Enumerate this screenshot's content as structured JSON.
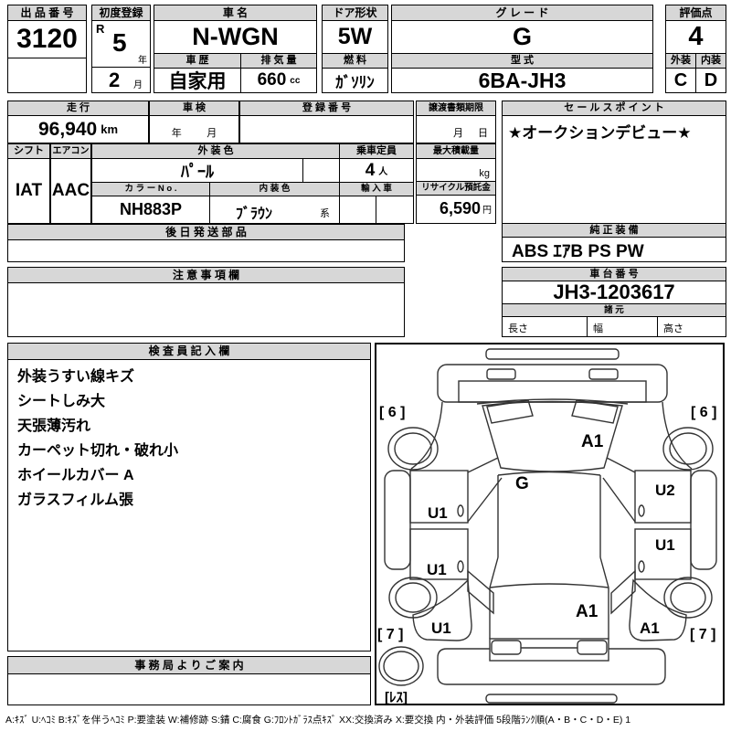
{
  "top": {
    "auction_no": {
      "label": "出 品 番 号",
      "value": "3120"
    },
    "first_registration": {
      "label": "初度登録",
      "era": "R",
      "year": "5",
      "year_suffix": "年",
      "month": "2",
      "month_suffix": "月"
    },
    "car_name": {
      "label": "車  名",
      "value": "N-WGN"
    },
    "car_history": {
      "label": "車 歴",
      "value": "自家用"
    },
    "displacement": {
      "label": "排 気 量",
      "value": "660",
      "unit": "cc"
    },
    "door_shape": {
      "label": "ドア形状",
      "value": "5W"
    },
    "fuel": {
      "label": "燃 料",
      "value": "ｶﾞｿﾘﾝ"
    },
    "grade": {
      "label": "グ レ ー ド",
      "value": "G"
    },
    "model_code": {
      "label": "型 式",
      "value": "6BA-JH3"
    },
    "score": {
      "label": "評価点",
      "value": "4"
    },
    "exterior": {
      "label": "外装",
      "value": "C"
    },
    "interior": {
      "label": "内装",
      "value": "D"
    }
  },
  "info": {
    "mileage": {
      "label": "走 行",
      "value": "96,940",
      "unit": "km"
    },
    "inspection": {
      "label": "車 検",
      "year_label": "年",
      "month_label": "月"
    },
    "registration_no": {
      "label": "登 録 番 号",
      "value": ""
    },
    "transfer_deadline": {
      "label": "譲渡書類期限",
      "month_label": "月",
      "day_label": "日"
    },
    "sales_point": {
      "label": "セ ー ル ス ポ イ ン ト",
      "value": "★オークションデビュー★"
    },
    "genuine_equipment": {
      "label": "純 正 装 備",
      "value": "ABS ｴｱB PS PW"
    },
    "shift": {
      "label": "シフト",
      "value": "IAT"
    },
    "aircon": {
      "label": "エアコン",
      "value": "AAC"
    },
    "exterior_color": {
      "label": "外 装 色",
      "value": "ﾊﾟｰﾙ"
    },
    "capacity": {
      "label": "乗車定員",
      "value": "4",
      "unit": "人"
    },
    "max_load": {
      "label": "最大積載量",
      "value": "",
      "unit": "kg"
    },
    "color_no": {
      "label": "カ ラ ー N o .",
      "value": "NH883P"
    },
    "interior_color": {
      "label": "内 装 色",
      "value": "ﾌﾞﾗｳﾝ",
      "suffix": "系"
    },
    "import_car": {
      "label": "輸 入 車",
      "value": ""
    },
    "recycle_deposit": {
      "label": "リサイクル預託金",
      "value": "6,590",
      "unit": "円"
    },
    "later_parts": {
      "label": "後 日 発 送 部 品",
      "value": ""
    },
    "notes": {
      "label": "注 意 事 項 欄",
      "value": ""
    },
    "chassis_no": {
      "label": "車 台 番 号",
      "value": "JH3-1203617"
    },
    "specs": {
      "label": "諸 元",
      "length_label": "長さ",
      "width_label": "幅",
      "height_label": "高さ"
    }
  },
  "inspector": {
    "label": "検 査 員 記 入 欄",
    "lines": [
      "外装うすい線キズ",
      "シートしみ大",
      "天張薄汚れ",
      "カーペット切れ・破れ小",
      "ホイールカバー A",
      "ガラスフィルム張"
    ]
  },
  "office": {
    "label": "事 務 局 よ り ご 案 内",
    "value": ""
  },
  "diagram": {
    "labels": {
      "front_left_tire": "[ 6 ]",
      "front_right_tire": "[ 6 ]",
      "windshield": "A1",
      "roof_front": "G",
      "left_front_door": "U1",
      "right_front_door": "U2",
      "left_rear_door": "U1",
      "right_rear_door": "U1",
      "left_quarter": "U1",
      "rear_glass": "A1",
      "right_quarter": "A1",
      "rear_left_tire": "[ 7 ]",
      "rear_right_tire": "[ 7 ]",
      "spare": "[ﾚｽ]"
    }
  },
  "footer": {
    "legend": "A:ｷｽﾞ  U:ﾍｺﾐ  B:ｷｽﾞを伴うﾍｺﾐ  P:要塗装  W:補修跡  S:錆  C:腐食  G:ﾌﾛﾝﾄｶﾞﾗｽ点ｷｽﾞ  XX:交換済み  X:要交換   内・外装評価  5段階ﾗﾝｸ順(A・B・C・D・E)  1"
  }
}
